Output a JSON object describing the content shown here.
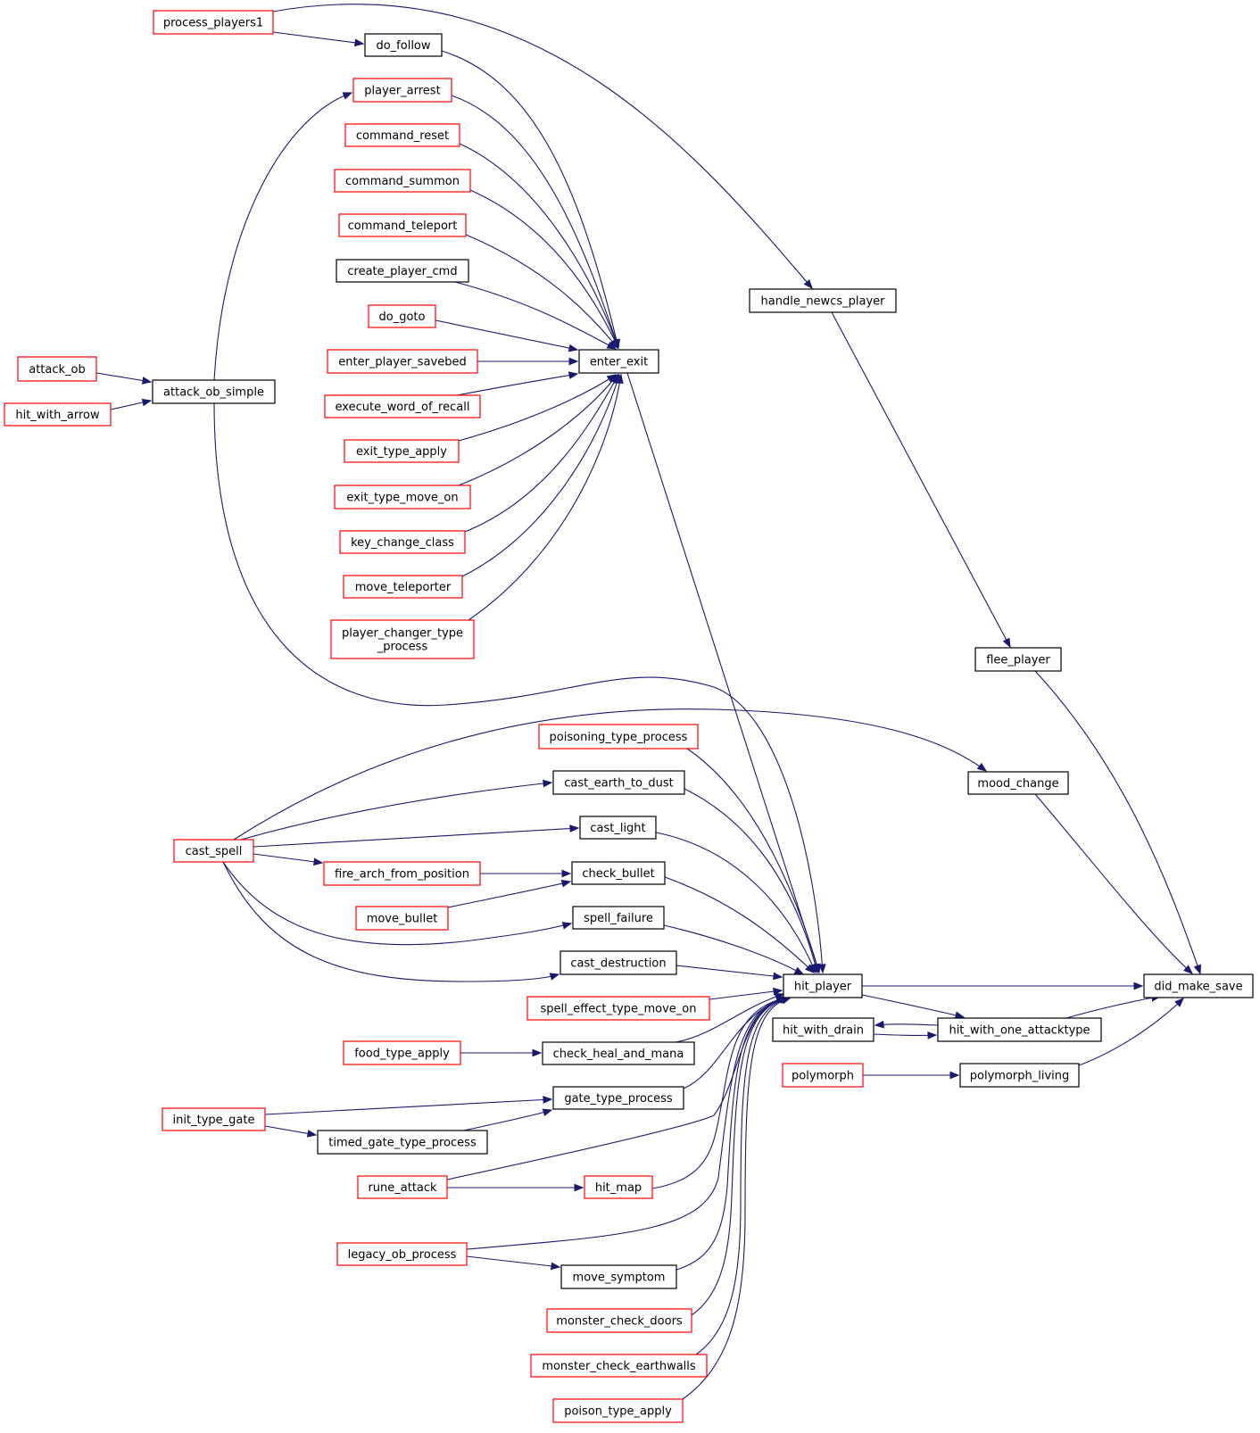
{
  "colors": {
    "edge": "#191970",
    "border_linked": "#000000",
    "border_truncated": "#ff0000",
    "focus_fill": "#bfbfbf",
    "background": "#ffffff"
  },
  "nodes": {
    "did_make_save": {
      "label": "did_make_save",
      "kind": "focus"
    },
    "hit_player": {
      "label": "hit_player",
      "kind": "linked"
    },
    "hit_with_one_attacktype": {
      "label": "hit_with_one_attacktype",
      "kind": "linked"
    },
    "polymorph_living": {
      "label": "polymorph_living",
      "kind": "linked"
    },
    "mood_change": {
      "label": "mood_change",
      "kind": "linked"
    },
    "flee_player": {
      "label": "flee_player",
      "kind": "linked"
    },
    "handle_newcs_player": {
      "label": "handle_newcs_player",
      "kind": "linked"
    },
    "hit_with_drain": {
      "label": "hit_with_drain",
      "kind": "linked"
    },
    "polymorph": {
      "label": "polymorph",
      "kind": "truncated"
    },
    "enter_exit": {
      "label": "enter_exit",
      "kind": "linked"
    },
    "do_follow": {
      "label": "do_follow",
      "kind": "linked"
    },
    "process_players1": {
      "label": "process_players1",
      "kind": "truncated"
    },
    "player_arrest": {
      "label": "player_arrest",
      "kind": "truncated"
    },
    "command_reset": {
      "label": "command_reset",
      "kind": "truncated"
    },
    "command_summon": {
      "label": "command_summon",
      "kind": "truncated"
    },
    "command_teleport": {
      "label": "command_teleport",
      "kind": "truncated"
    },
    "create_player_cmd": {
      "label": "create_player_cmd",
      "kind": "linked"
    },
    "do_goto": {
      "label": "do_goto",
      "kind": "truncated"
    },
    "enter_player_savebed": {
      "label": "enter_player_savebed",
      "kind": "truncated"
    },
    "execute_word_of_recall": {
      "label": "execute_word_of_recall",
      "kind": "truncated"
    },
    "exit_type_apply": {
      "label": "exit_type_apply",
      "kind": "truncated"
    },
    "exit_type_move_on": {
      "label": "exit_type_move_on",
      "kind": "truncated"
    },
    "key_change_class": {
      "label": "key_change_class",
      "kind": "truncated"
    },
    "move_teleporter": {
      "label": "move_teleporter",
      "kind": "truncated"
    },
    "player_changer_type_process": {
      "label": "player_changer_type\n_process",
      "kind": "truncated"
    },
    "attack_ob_simple": {
      "label": "attack_ob_simple",
      "kind": "linked"
    },
    "attack_ob": {
      "label": "attack_ob",
      "kind": "truncated"
    },
    "hit_with_arrow": {
      "label": "hit_with_arrow",
      "kind": "truncated"
    },
    "poisoning_type_process": {
      "label": "poisoning_type_process",
      "kind": "truncated"
    },
    "cast_earth_to_dust": {
      "label": "cast_earth_to_dust",
      "kind": "linked"
    },
    "cast_light": {
      "label": "cast_light",
      "kind": "linked"
    },
    "check_bullet": {
      "label": "check_bullet",
      "kind": "linked"
    },
    "spell_failure": {
      "label": "spell_failure",
      "kind": "linked"
    },
    "cast_destruction": {
      "label": "cast_destruction",
      "kind": "linked"
    },
    "spell_effect_type_move_on": {
      "label": "spell_effect_type_move_on",
      "kind": "truncated"
    },
    "check_heal_and_mana": {
      "label": "check_heal_and_mana",
      "kind": "linked"
    },
    "gate_type_process": {
      "label": "gate_type_process",
      "kind": "linked"
    },
    "timed_gate_type_process": {
      "label": "timed_gate_type_process",
      "kind": "linked"
    },
    "hit_map": {
      "label": "hit_map",
      "kind": "truncated"
    },
    "move_symptom": {
      "label": "move_symptom",
      "kind": "linked"
    },
    "monster_check_doors": {
      "label": "monster_check_doors",
      "kind": "truncated"
    },
    "monster_check_earthwalls": {
      "label": "monster_check_earthwalls",
      "kind": "truncated"
    },
    "poison_type_apply": {
      "label": "poison_type_apply",
      "kind": "truncated"
    },
    "cast_spell": {
      "label": "cast_spell",
      "kind": "truncated"
    },
    "fire_arch_from_position": {
      "label": "fire_arch_from_position",
      "kind": "truncated"
    },
    "move_bullet": {
      "label": "move_bullet",
      "kind": "truncated"
    },
    "food_type_apply": {
      "label": "food_type_apply",
      "kind": "truncated"
    },
    "init_type_gate": {
      "label": "init_type_gate",
      "kind": "truncated"
    },
    "rune_attack": {
      "label": "rune_attack",
      "kind": "truncated"
    },
    "legacy_ob_process": {
      "label": "legacy_ob_process",
      "kind": "truncated"
    }
  },
  "edges": [
    {
      "from": "hit_player",
      "to": "did_make_save"
    },
    {
      "from": "hit_with_one_attacktype",
      "to": "did_make_save"
    },
    {
      "from": "polymorph_living",
      "to": "did_make_save"
    },
    {
      "from": "mood_change",
      "to": "did_make_save"
    },
    {
      "from": "flee_player",
      "to": "did_make_save"
    },
    {
      "from": "handle_newcs_player",
      "to": "flee_player"
    },
    {
      "from": "process_players1",
      "to": "handle_newcs_player"
    },
    {
      "from": "hit_player",
      "to": "hit_with_one_attacktype"
    },
    {
      "from": "hit_with_one_attacktype",
      "to": "hit_with_drain"
    },
    {
      "from": "hit_with_drain",
      "to": "hit_with_one_attacktype"
    },
    {
      "from": "polymorph",
      "to": "polymorph_living"
    },
    {
      "from": "cast_spell",
      "to": "mood_change"
    },
    {
      "from": "process_players1",
      "to": "do_follow"
    },
    {
      "from": "do_follow",
      "to": "enter_exit"
    },
    {
      "from": "player_arrest",
      "to": "enter_exit"
    },
    {
      "from": "command_reset",
      "to": "enter_exit"
    },
    {
      "from": "command_summon",
      "to": "enter_exit"
    },
    {
      "from": "command_teleport",
      "to": "enter_exit"
    },
    {
      "from": "create_player_cmd",
      "to": "enter_exit"
    },
    {
      "from": "do_goto",
      "to": "enter_exit"
    },
    {
      "from": "enter_player_savebed",
      "to": "enter_exit"
    },
    {
      "from": "execute_word_of_recall",
      "to": "enter_exit"
    },
    {
      "from": "exit_type_apply",
      "to": "enter_exit"
    },
    {
      "from": "exit_type_move_on",
      "to": "enter_exit"
    },
    {
      "from": "key_change_class",
      "to": "enter_exit"
    },
    {
      "from": "move_teleporter",
      "to": "enter_exit"
    },
    {
      "from": "player_changer_type_process",
      "to": "enter_exit"
    },
    {
      "from": "attack_ob_simple",
      "to": "player_arrest"
    },
    {
      "from": "attack_ob",
      "to": "attack_ob_simple"
    },
    {
      "from": "hit_with_arrow",
      "to": "attack_ob_simple"
    },
    {
      "from": "enter_exit",
      "to": "hit_player"
    },
    {
      "from": "attack_ob_simple",
      "to": "hit_player"
    },
    {
      "from": "poisoning_type_process",
      "to": "hit_player"
    },
    {
      "from": "cast_earth_to_dust",
      "to": "hit_player"
    },
    {
      "from": "cast_light",
      "to": "hit_player"
    },
    {
      "from": "check_bullet",
      "to": "hit_player"
    },
    {
      "from": "spell_failure",
      "to": "hit_player"
    },
    {
      "from": "cast_destruction",
      "to": "hit_player"
    },
    {
      "from": "spell_effect_type_move_on",
      "to": "hit_player"
    },
    {
      "from": "check_heal_and_mana",
      "to": "hit_player"
    },
    {
      "from": "gate_type_process",
      "to": "hit_player"
    },
    {
      "from": "rune_attack",
      "to": "hit_player"
    },
    {
      "from": "hit_map",
      "to": "hit_player"
    },
    {
      "from": "legacy_ob_process",
      "to": "hit_player"
    },
    {
      "from": "move_symptom",
      "to": "hit_player"
    },
    {
      "from": "monster_check_doors",
      "to": "hit_player"
    },
    {
      "from": "monster_check_earthwalls",
      "to": "hit_player"
    },
    {
      "from": "poison_type_apply",
      "to": "hit_player"
    },
    {
      "from": "cast_spell",
      "to": "cast_earth_to_dust"
    },
    {
      "from": "cast_spell",
      "to": "cast_light"
    },
    {
      "from": "cast_spell",
      "to": "fire_arch_from_position"
    },
    {
      "from": "fire_arch_from_position",
      "to": "check_bullet"
    },
    {
      "from": "move_bullet",
      "to": "check_bullet"
    },
    {
      "from": "cast_spell",
      "to": "spell_failure"
    },
    {
      "from": "cast_spell",
      "to": "cast_destruction"
    },
    {
      "from": "food_type_apply",
      "to": "check_heal_and_mana"
    },
    {
      "from": "init_type_gate",
      "to": "gate_type_process"
    },
    {
      "from": "timed_gate_type_process",
      "to": "gate_type_process"
    },
    {
      "from": "init_type_gate",
      "to": "timed_gate_type_process"
    },
    {
      "from": "rune_attack",
      "to": "hit_map"
    },
    {
      "from": "legacy_ob_process",
      "to": "move_symptom"
    }
  ]
}
